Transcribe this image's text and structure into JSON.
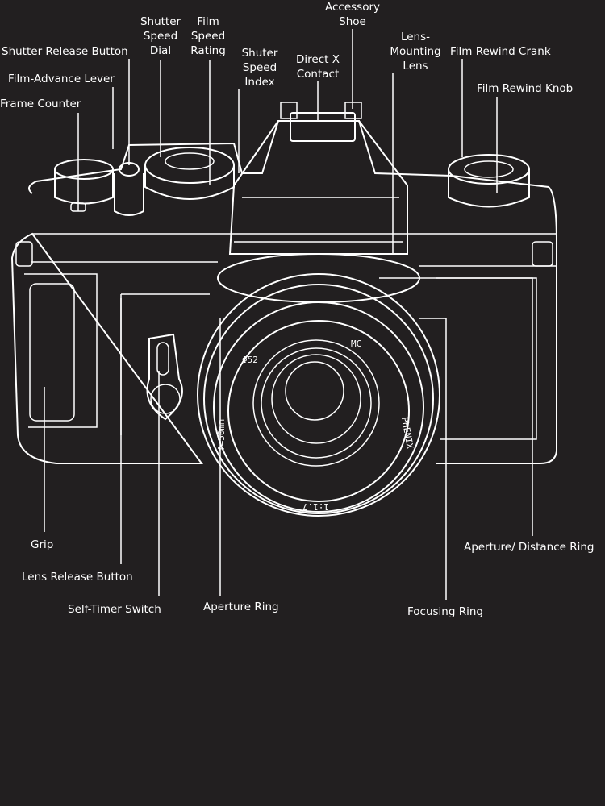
{
  "colors": {
    "background": "#221f20",
    "ink": "#ffffff"
  },
  "labels": {
    "accessory_shoe": [
      "Accessory",
      "Shoe"
    ],
    "shutter_speed_dial": [
      "Shutter",
      "Speed",
      "Dial"
    ],
    "film_speed_rating": [
      "Film",
      "Speed",
      "Rating"
    ],
    "shutter_release_button": "Shutter Release Button",
    "film_advance_lever": "Film-Advance Lever",
    "frame_counter": "Frame Counter",
    "shutter_speed_index": [
      "Shuter",
      "Speed",
      "Index"
    ],
    "direct_x_contact": [
      "Direct X",
      "Contact"
    ],
    "lens_mounting_lens": [
      "Lens-",
      "Mounting",
      "Lens"
    ],
    "film_rewind_crank": "Film Rewind Crank",
    "film_rewind_knob": "Film Rewind Knob",
    "grip": "Grip",
    "lens_release_button": "Lens Release Button",
    "self_timer_switch": "Self-Timer Switch",
    "aperture_ring": "Aperture Ring",
    "focusing_ring": "Focusing Ring",
    "aperture_distance_ring": "Aperture/ Distance Ring"
  },
  "lens_markings": {
    "filter": "Φ52",
    "coating": "MC",
    "brand": "PHENIX",
    "aperture": "1:1.7",
    "focal": "f=50mm"
  }
}
